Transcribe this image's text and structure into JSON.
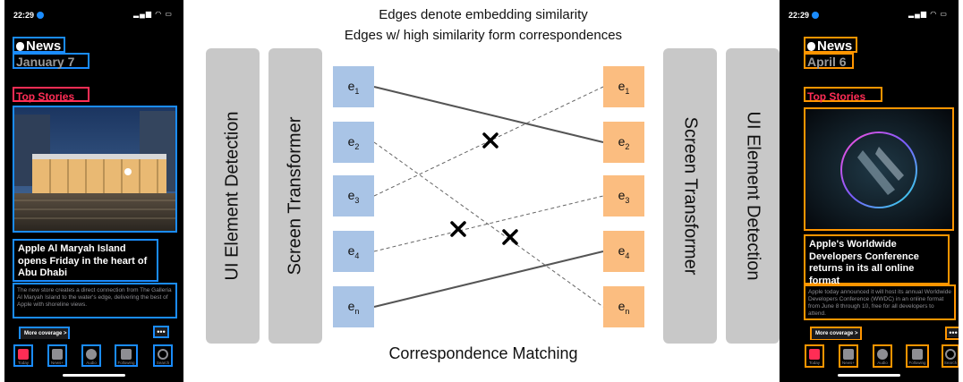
{
  "captions": {
    "line1": "Edges denote embedding similarity",
    "line2": "Edges w/ high similarity form correspondences",
    "bottom": "Correspondence Matching"
  },
  "pillars": {
    "left_outer": "UI Element Detection",
    "left_inner": "Screen Transformer",
    "right_inner": "Screen Transformer",
    "right_outer": "UI Element Detection"
  },
  "nodes_left": [
    {
      "base": "e",
      "sub": "1"
    },
    {
      "base": "e",
      "sub": "2"
    },
    {
      "base": "e",
      "sub": "3"
    },
    {
      "base": "e",
      "sub": "4"
    },
    {
      "base": "e",
      "sub": "n"
    }
  ],
  "nodes_right": [
    {
      "base": "e",
      "sub": "1"
    },
    {
      "base": "e",
      "sub": "2"
    },
    {
      "base": "e",
      "sub": "3"
    },
    {
      "base": "e",
      "sub": "4"
    },
    {
      "base": "e",
      "sub": "n"
    }
  ],
  "edges": [
    {
      "from": 0,
      "to": 1,
      "style": "solid",
      "rejected": false
    },
    {
      "from": 4,
      "to": 3,
      "style": "solid",
      "rejected": false
    },
    {
      "from": 2,
      "to": 0,
      "style": "dashed",
      "rejected": true
    },
    {
      "from": 1,
      "to": 4,
      "style": "dashed",
      "rejected": true
    },
    {
      "from": 3,
      "to": 2,
      "style": "dashed",
      "rejected": true
    }
  ],
  "colors": {
    "left_box": "#1a8cff",
    "right_box": "#ff9500",
    "node_left": "#a9c4e6",
    "node_right": "#fbbd80",
    "top_stories": "#ff2d55"
  },
  "left_phone": {
    "time": "22:29",
    "app_title": "News",
    "date": "January 7",
    "section": "Top Stories",
    "headline": "Apple Al Maryah Island opens Friday in the heart of Abu Dhabi",
    "summary": "The new store creates a direct connection from The Galleria Al Maryah Island to the water's edge, delivering the best of Apple with shoreline views.",
    "more": "More coverage >",
    "dots": "•••",
    "tabs": [
      "Today",
      "News+",
      "Audio",
      "Following",
      "Search"
    ]
  },
  "right_phone": {
    "time": "22:29",
    "app_title": "News",
    "date": "April 6",
    "section": "Top Stories",
    "headline": "Apple's Worldwide Developers Conference returns in its all  online format",
    "summary": "Apple today announced it will host its annual Worldwide Developers Conference (WWDC) in an online format from June 8 through 10, free for all developers to attend.",
    "more": "More coverage >",
    "dots": "•••",
    "tabs": [
      "Today",
      "News+",
      "Audio",
      "Following",
      "Search"
    ]
  }
}
